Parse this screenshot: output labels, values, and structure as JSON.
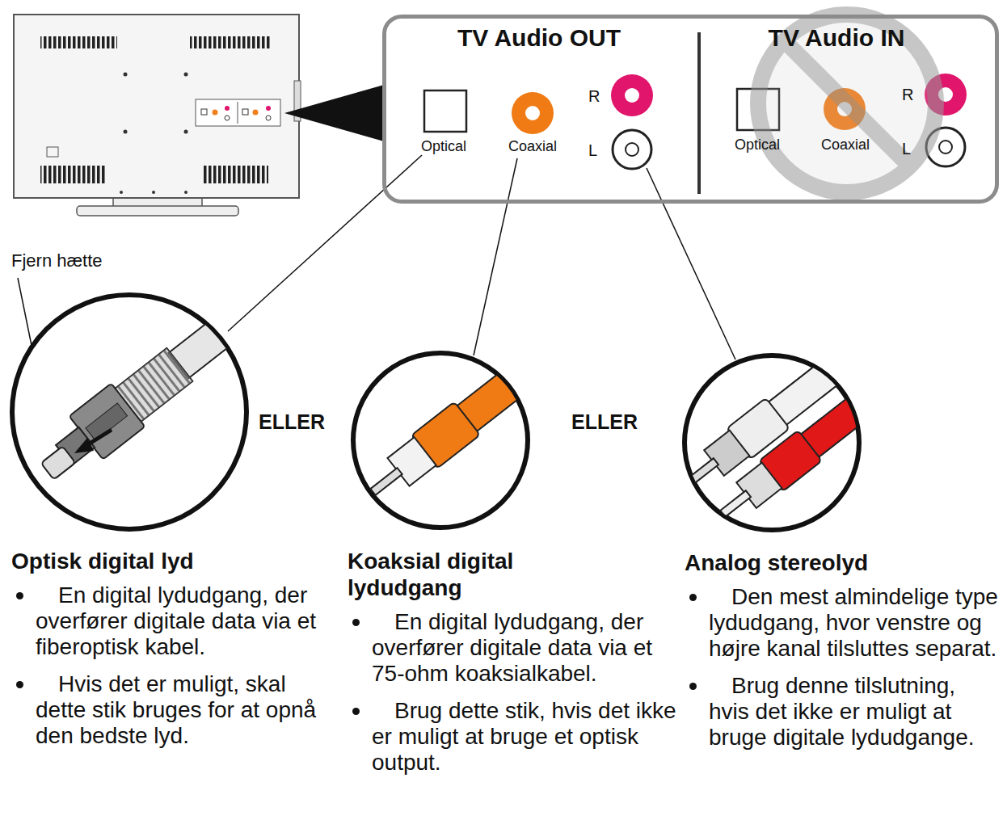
{
  "diagram": {
    "nodes": [
      {
        "text": [
          "TV Audio OUT",
          "Optical",
          "Coaxial",
          "R",
          "L",
          "TV Audio IN",
          "Optical",
          "Coaxial",
          "R",
          "L"
        ]
      }
    ],
    "labels": [
      "Fjern hætte",
      "ELLER",
      "ELLER",
      "Optisk digital lyd",
      "En digital lydudgang, der overfører digitale data via et fiberoptisk kabel.",
      "Hvis det er muligt, skal dette stik bruges for at opnå den bedste lyd.",
      "Koaksial digital lydudgang",
      "En digital lydudgang, der overfører digitale data via et 75-ohm koaksialkabel.",
      "Brug dette stik, hvis det ikke er muligt at bruge et optisk output.",
      "Analog stereolyd",
      "Den mest almindelige type lydudgang, hvor venstre og højre kanal tilsluttes separat.",
      "Brug denne tilslutning, hvis det ikke er muligt at bruge digitale lydudgange."
    ]
  }
}
